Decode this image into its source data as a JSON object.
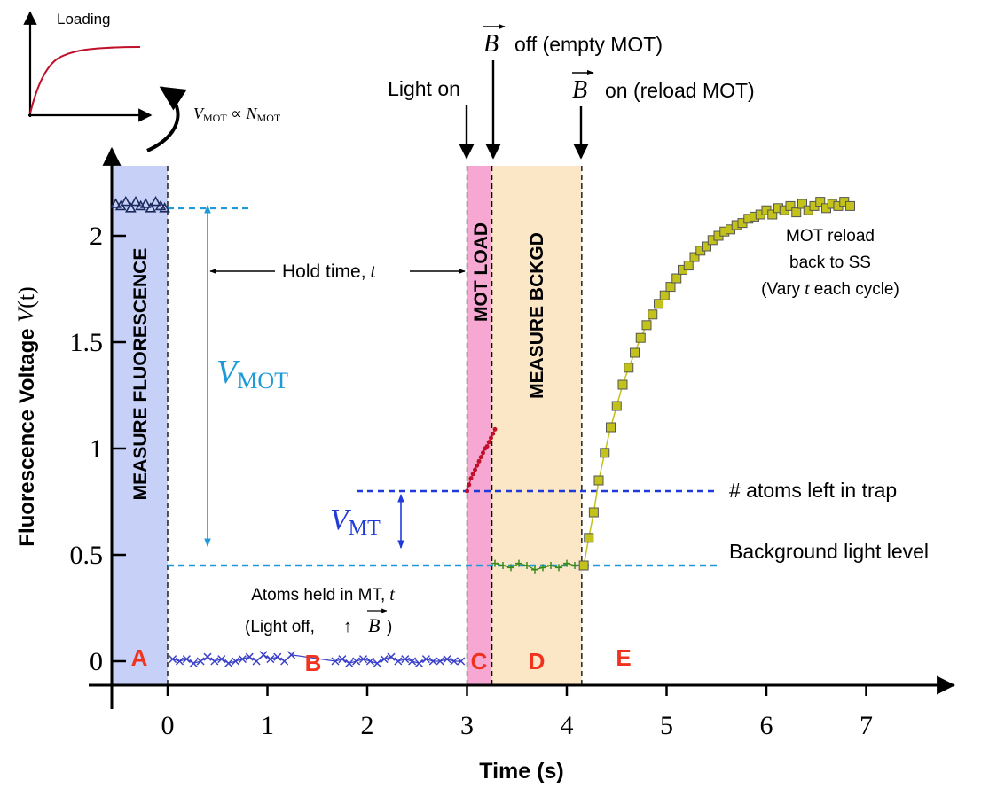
{
  "inset": {
    "title": "Loading",
    "relation": {
      "v": "V",
      "v_sub": "MOT",
      "prop": " ∝ ",
      "n": "N",
      "n_sub": "MOT"
    }
  },
  "region_labels": {
    "measure_fluorescence": "MEASURE FLUORESCENCE",
    "mot_load": "MOT LOAD",
    "measure_bckgd": "MEASURE BCKGD"
  },
  "annotations": {
    "light_on": "Light on",
    "b_off": "off (empty MOT)",
    "b_on": "on (reload MOT)",
    "b_symbol": "B",
    "hold_time": "Hold time,",
    "t": "t",
    "v_mot_main": "V",
    "v_mot_sub": "MOT",
    "v_mt_main": "V",
    "v_mt_sub": "MT",
    "atoms_held_line1_a": "Atoms held in MT,",
    "atoms_held_line2_a": "(Light off,",
    "atoms_held_line2_b": "↑",
    "atoms_held_line2_c": ")",
    "atoms_left": "# atoms left in trap",
    "background_level": "Background light level",
    "reload_line1": "MOT reload",
    "reload_line2": "back to SS",
    "reload_line3_a": "(Vary",
    "reload_line3_b": "each cycle)"
  },
  "phase_letters": [
    "A",
    "B",
    "C",
    "D",
    "E"
  ],
  "chart_data": {
    "type": "scatter",
    "xlabel": "Time (s)",
    "ylabel_a": "Fluorescence Voltage ",
    "ylabel_v": "V",
    "ylabel_b": "(t)",
    "xlim": [
      -0.55,
      7.8
    ],
    "ylim": [
      -0.1,
      2.4
    ],
    "x_ticks": [
      0,
      1,
      2,
      3,
      4,
      5,
      6,
      7
    ],
    "x_tick_labels": [
      "0",
      "1",
      "2",
      "3",
      "4",
      "5",
      "6",
      "7"
    ],
    "y_ticks": [
      0,
      0.5,
      1,
      1.5,
      2
    ],
    "y_tick_labels": [
      "0",
      "0.5",
      "1",
      "1.5",
      "2"
    ],
    "regions": [
      {
        "name": "A",
        "x0": -0.55,
        "x1": 0,
        "color": "#c7d0f7"
      },
      {
        "name": "C",
        "x0": 3,
        "x1": 3.25,
        "color": "#f6a7d2"
      },
      {
        "name": "D",
        "x0": 3.25,
        "x1": 4.15,
        "color": "#fbe6c6"
      }
    ],
    "levels": {
      "v_mot": 2.13,
      "atoms_left": 0.8,
      "background": 0.45
    },
    "series": [
      {
        "marker": "triangle",
        "color": "#1c2a5e",
        "x": [
          -0.52,
          -0.47,
          -0.42,
          -0.37,
          -0.32,
          -0.27,
          -0.22,
          -0.17,
          -0.12,
          -0.07,
          -0.03
        ],
        "y": [
          2.15,
          2.14,
          2.16,
          2.13,
          2.16,
          2.14,
          2.15,
          2.13,
          2.16,
          2.14,
          2.13
        ]
      },
      {
        "marker": "cross",
        "color": "#3a40c8",
        "x": [
          0.05,
          0.12,
          0.19,
          0.26,
          0.33,
          0.4,
          0.47,
          0.54,
          0.61,
          0.68,
          0.75,
          0.82,
          0.89,
          0.96,
          1.03,
          1.1,
          1.17,
          1.24,
          1.68,
          1.75,
          1.82,
          1.89,
          1.96,
          2.03,
          2.1,
          2.17,
          2.24,
          2.31,
          2.38,
          2.45,
          2.52,
          2.59,
          2.66,
          2.73,
          2.8,
          2.87,
          2.94
        ],
        "y": [
          0.01,
          0.0,
          0.01,
          -0.01,
          0.0,
          0.02,
          0.0,
          0.01,
          -0.01,
          0.0,
          0.01,
          0.02,
          0.0,
          0.03,
          0.01,
          0.02,
          0.0,
          0.03,
          0.0,
          0.01,
          -0.01,
          0.0,
          0.01,
          0.0,
          -0.01,
          0.01,
          0.02,
          0.0,
          0.01,
          0.0,
          -0.01,
          0.01,
          0.0,
          0.0,
          0.01,
          0.0,
          0.0
        ]
      },
      {
        "marker": "dot",
        "color": "#c0102a",
        "x": [
          3.0,
          3.02,
          3.04,
          3.06,
          3.08,
          3.1,
          3.12,
          3.14,
          3.16,
          3.18,
          3.2,
          3.22,
          3.24,
          3.26,
          3.28
        ],
        "y": [
          0.8,
          0.83,
          0.86,
          0.88,
          0.9,
          0.92,
          0.94,
          0.96,
          0.98,
          1.0,
          1.01,
          1.03,
          1.05,
          1.07,
          1.09
        ]
      },
      {
        "marker": "plus",
        "color": "#3a8a1a",
        "x": [
          3.28,
          3.36,
          3.44,
          3.52,
          3.6,
          3.68,
          3.76,
          3.84,
          3.92,
          4.0,
          4.08,
          4.14
        ],
        "y": [
          0.46,
          0.45,
          0.44,
          0.46,
          0.45,
          0.43,
          0.44,
          0.45,
          0.44,
          0.46,
          0.45,
          0.45
        ]
      },
      {
        "marker": "square",
        "color": "#c2c21a",
        "x": [
          4.17,
          4.22,
          4.27,
          4.32,
          4.38,
          4.44,
          4.5,
          4.56,
          4.62,
          4.68,
          4.74,
          4.8,
          4.86,
          4.92,
          4.98,
          5.04,
          5.1,
          5.16,
          5.22,
          5.28,
          5.34,
          5.4,
          5.46,
          5.52,
          5.58,
          5.64,
          5.7,
          5.76,
          5.82,
          5.88,
          5.94,
          6.0,
          6.06,
          6.12,
          6.18,
          6.24,
          6.3,
          6.36,
          6.42,
          6.48,
          6.54,
          6.6,
          6.66,
          6.72,
          6.78,
          6.84
        ],
        "y": [
          0.45,
          0.58,
          0.7,
          0.85,
          0.98,
          1.1,
          1.2,
          1.3,
          1.38,
          1.45,
          1.52,
          1.58,
          1.63,
          1.68,
          1.72,
          1.76,
          1.8,
          1.84,
          1.86,
          1.9,
          1.93,
          1.95,
          1.98,
          2.0,
          2.02,
          2.03,
          2.05,
          2.06,
          2.08,
          2.09,
          2.1,
          2.12,
          2.1,
          2.13,
          2.12,
          2.14,
          2.11,
          2.15,
          2.12,
          2.14,
          2.16,
          2.13,
          2.15,
          2.14,
          2.16,
          2.14
        ]
      }
    ]
  }
}
